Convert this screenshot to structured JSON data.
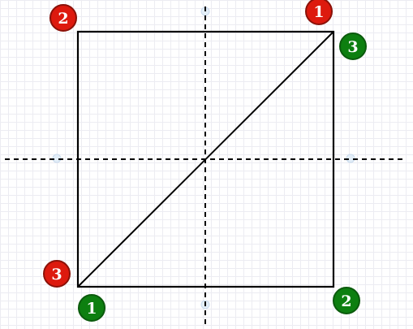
{
  "colors": {
    "red_badge": "#dd1a0e",
    "red_badge_border": "#8a1108",
    "green_badge": "#0d7f10",
    "green_badge_border": "#0b5a0d",
    "line": "#000000",
    "grid": "#ececf2",
    "handle": "#cfe3f4"
  },
  "badges": {
    "red_top_right": "1",
    "red_top_left": "2",
    "red_bottom_left": "3",
    "green_bottom_left": "1",
    "green_bottom_right": "2",
    "green_top_right": "3"
  }
}
